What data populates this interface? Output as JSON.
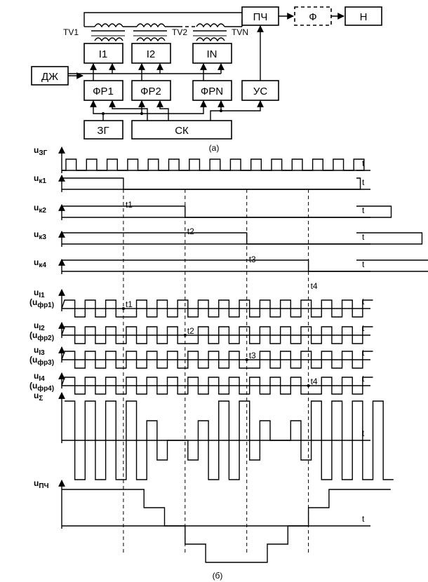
{
  "diagram": {
    "blocks": {
      "pch": "ПЧ",
      "f": "Ф",
      "n": "Н",
      "i1": "I1",
      "i2": "I2",
      "in": "IN",
      "dzh": "ДЖ",
      "fr1": "ФР1",
      "fr2": "ФР2",
      "frn": "ФРN",
      "us": "УС",
      "zg": "ЗГ",
      "sk": "СК"
    },
    "transformers": {
      "tv1": "TV1",
      "tv2": "TV2",
      "tvn": "TVN"
    },
    "caption_a": "(а)",
    "caption_b": "(б)"
  },
  "chart_data": {
    "type": "line",
    "title": "",
    "xlabel": "t",
    "shared_time_axis": true,
    "tick_labels": [
      "t1",
      "t2",
      "t3",
      "t4"
    ],
    "rows": [
      {
        "label": "u",
        "sub": "ЗГ",
        "kind": "square_wave",
        "periods": 15,
        "level": "low"
      },
      {
        "label": "u",
        "sub": "к1",
        "kind": "step",
        "high_until": 1,
        "high_from": 9
      },
      {
        "label": "u",
        "sub": "к2",
        "kind": "step",
        "high_until": 2,
        "high_from": 10
      },
      {
        "label": "u",
        "sub": "к3",
        "kind": "step",
        "high_until": 3,
        "high_from": 11
      },
      {
        "label": "u",
        "sub": "к4",
        "kind": "step",
        "high_until": 4,
        "high_from": 12
      },
      {
        "label": "u",
        "sub": "I1",
        "paren_label": "(u",
        "paren_sub": "фр1",
        "kind": "phased_square",
        "phase_flip_at": 1,
        "mark": "t1"
      },
      {
        "label": "u",
        "sub": "I2",
        "paren_label": "(u",
        "paren_sub": "фр2",
        "kind": "phased_square",
        "phase_flip_at": 2,
        "mark": "t2"
      },
      {
        "label": "u",
        "sub": "I3",
        "paren_label": "(u",
        "paren_sub": "фр3",
        "kind": "phased_square",
        "phase_flip_at": 3,
        "mark": "t3"
      },
      {
        "label": "u",
        "sub": "I4",
        "paren_label": "(u",
        "paren_sub": "фр4",
        "kind": "phased_square",
        "phase_flip_at": 4,
        "mark": "t4"
      },
      {
        "label": "u",
        "sub": "Σ",
        "kind": "sum_wave",
        "amplitudes": [
          4,
          4,
          4,
          4,
          2,
          0,
          -2,
          -4,
          -4,
          -2,
          0,
          2,
          4,
          4,
          4,
          4
        ]
      },
      {
        "label": "u",
        "sub": "ПЧ",
        "kind": "staircase",
        "levels": [
          4,
          4,
          4,
          4,
          2,
          0,
          -2,
          -4,
          -4,
          -4,
          -2,
          0,
          2,
          4,
          4,
          4
        ]
      }
    ]
  }
}
